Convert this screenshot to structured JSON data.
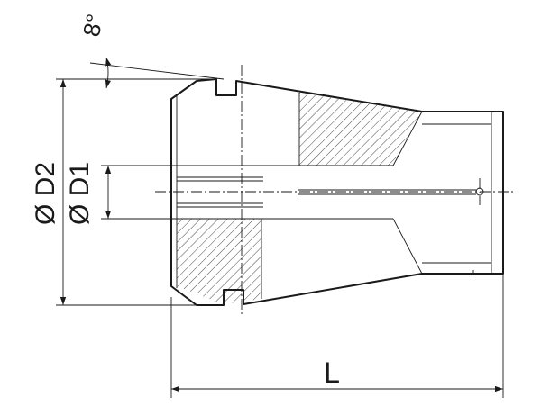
{
  "figure": {
    "angle_label": "8°",
    "outer_diameter_label": "Ø D2",
    "bore_diameter_label": "Ø D1",
    "length_label": "L"
  },
  "colors": {
    "line": "#1a1a1a",
    "background": "#ffffff"
  }
}
